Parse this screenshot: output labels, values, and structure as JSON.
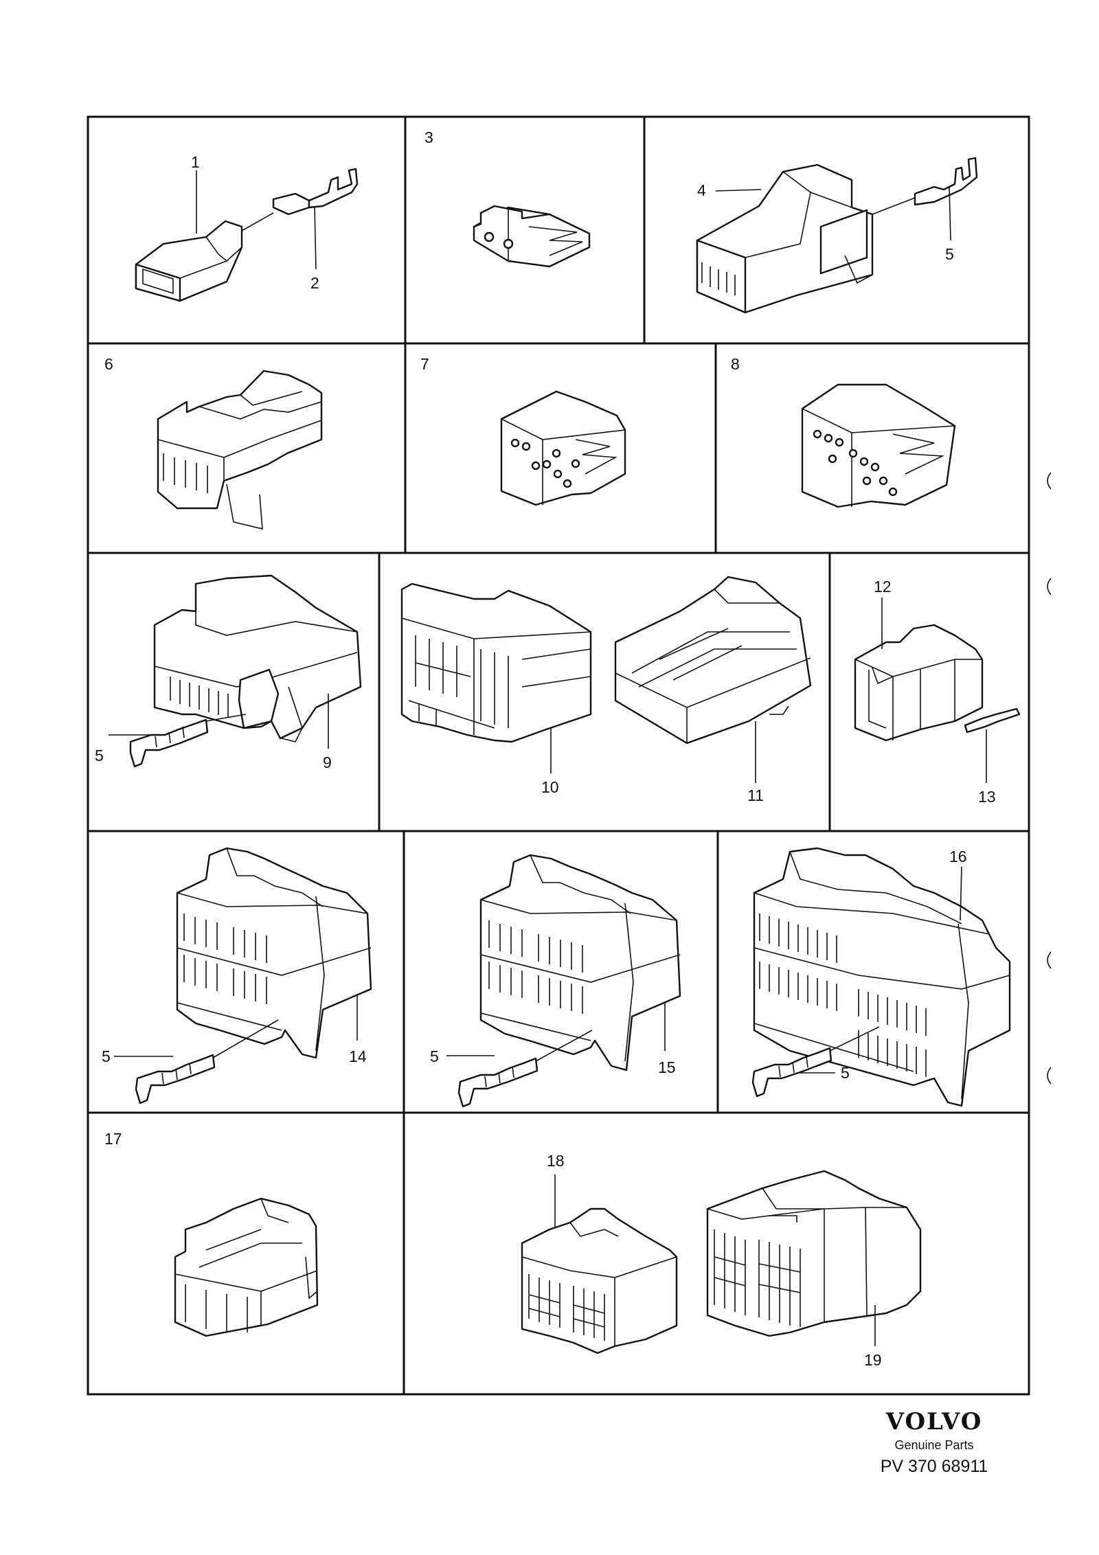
{
  "labels": {
    "p1": "1",
    "p2": "2",
    "p3": "3",
    "p4": "4",
    "p5": "5",
    "p6": "6",
    "p7": "7",
    "p8": "8",
    "p9": "9",
    "p10": "10",
    "p11": "11",
    "p12": "12",
    "p13": "13",
    "p14": "14",
    "p15": "15",
    "p16": "16",
    "p17": "17",
    "p18": "18",
    "p19": "19"
  },
  "footer": {
    "brand": "VOLVO",
    "tagline": "Genuine Parts",
    "reference": "PV 370 68911"
  }
}
